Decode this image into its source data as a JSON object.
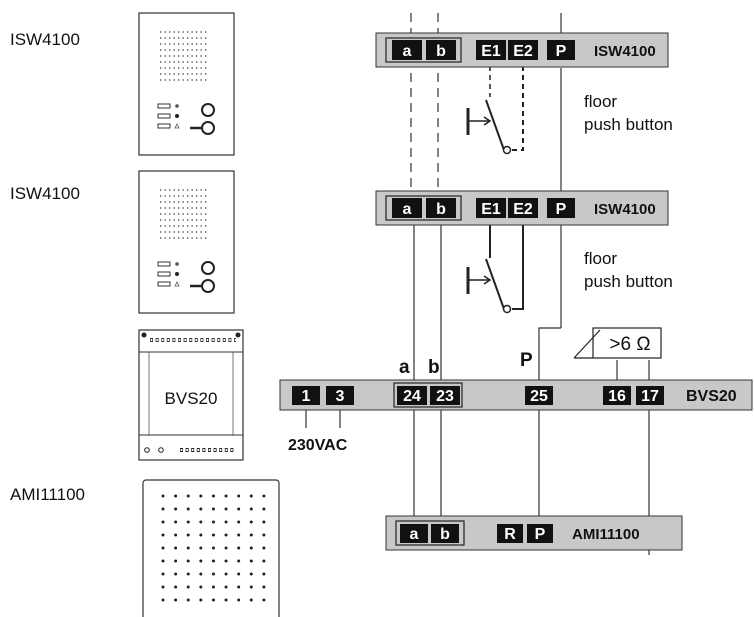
{
  "devices": {
    "isw_top": "ISW4100",
    "isw_mid": "ISW4100",
    "ami": "AMI11100"
  },
  "bvs_module": {
    "label": "BVS20"
  },
  "bars": {
    "isw1": {
      "label": "ISW4100",
      "terminals": [
        "a",
        "b",
        "E1",
        "E2",
        "P"
      ]
    },
    "isw2": {
      "label": "ISW4100",
      "terminals": [
        "a",
        "b",
        "E1",
        "E2",
        "P"
      ]
    },
    "bvs": {
      "label": "BVS20",
      "terminals": [
        "1",
        "3",
        "24",
        "23",
        "25",
        "16",
        "17"
      ]
    },
    "ami": {
      "label": "AMI11100",
      "terminals": [
        "a",
        "b",
        "R",
        "P"
      ]
    }
  },
  "annotations": {
    "floor1_line1": "floor",
    "floor1_line2": "push button",
    "floor2_line1": "floor",
    "floor2_line2": "push button",
    "wire_a": "a",
    "wire_b": "b",
    "wire_p": "P",
    "power": "230VAC",
    "resistance": ">6 Ω"
  }
}
